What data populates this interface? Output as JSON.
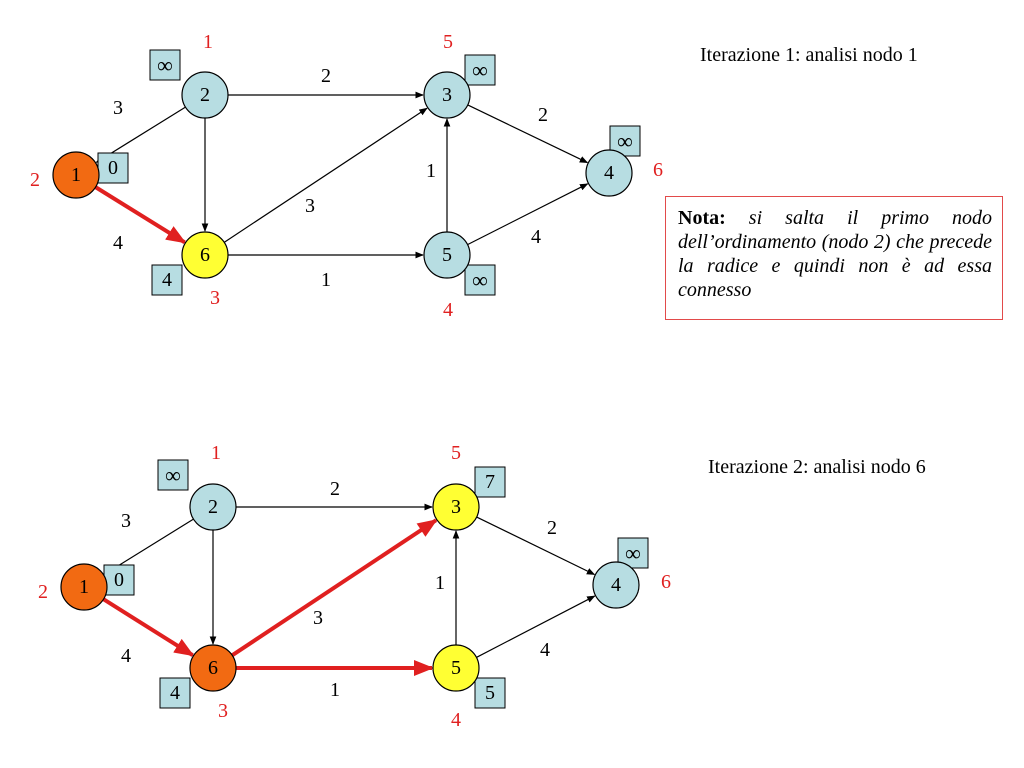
{
  "colors": {
    "node_default": "#b7dde2",
    "node_visited": "#f26a12",
    "node_active": "#ffff33",
    "path_edge": "#e02020",
    "annotation_red": "#e02020",
    "label_box": "#b7dde2",
    "note_border": "#e24a4a"
  },
  "captions": {
    "iteration_1": "Iterazione 1: analisi nodo 1",
    "iteration_2": "Iterazione 2: analisi nodo 6"
  },
  "note": {
    "bold": "Nota:",
    "text": "si salta il primo nodo dell’ordinamento (nodo 2) che precede la radice e quindi non è ad essa connesso"
  },
  "graphs": [
    {
      "nodes": [
        {
          "id": "1",
          "state": "visited",
          "label": "0",
          "order": "2"
        },
        {
          "id": "2",
          "state": "default",
          "label": "∞",
          "order": "1"
        },
        {
          "id": "3",
          "state": "default",
          "label": "∞",
          "order": "5"
        },
        {
          "id": "4",
          "state": "default",
          "label": "∞",
          "order": "6"
        },
        {
          "id": "5",
          "state": "default",
          "label": "∞",
          "order": "4"
        },
        {
          "id": "6",
          "state": "active",
          "label": "4",
          "order": "3"
        }
      ],
      "edges": [
        {
          "from": "2",
          "to": "1",
          "weight": "3",
          "highlight": false
        },
        {
          "from": "2",
          "to": "3",
          "weight": "2",
          "highlight": false
        },
        {
          "from": "2",
          "to": "6",
          "weight": "",
          "highlight": false
        },
        {
          "from": "1",
          "to": "6",
          "weight": "4",
          "highlight": true
        },
        {
          "from": "6",
          "to": "3",
          "weight": "3",
          "highlight": false
        },
        {
          "from": "6",
          "to": "5",
          "weight": "1",
          "highlight": false
        },
        {
          "from": "5",
          "to": "3",
          "weight": "1",
          "highlight": false
        },
        {
          "from": "3",
          "to": "4",
          "weight": "2",
          "highlight": false
        },
        {
          "from": "5",
          "to": "4",
          "weight": "4",
          "highlight": false
        }
      ]
    },
    {
      "nodes": [
        {
          "id": "1",
          "state": "visited",
          "label": "0",
          "order": "2"
        },
        {
          "id": "2",
          "state": "default",
          "label": "∞",
          "order": "1"
        },
        {
          "id": "3",
          "state": "active",
          "label": "7",
          "order": "5"
        },
        {
          "id": "4",
          "state": "default",
          "label": "∞",
          "order": "6"
        },
        {
          "id": "5",
          "state": "active",
          "label": "5",
          "order": "4"
        },
        {
          "id": "6",
          "state": "visited",
          "label": "4",
          "order": "3"
        }
      ],
      "edges": [
        {
          "from": "2",
          "to": "1",
          "weight": "3",
          "highlight": false
        },
        {
          "from": "2",
          "to": "3",
          "weight": "2",
          "highlight": false
        },
        {
          "from": "2",
          "to": "6",
          "weight": "",
          "highlight": false
        },
        {
          "from": "1",
          "to": "6",
          "weight": "4",
          "highlight": true
        },
        {
          "from": "6",
          "to": "3",
          "weight": "3",
          "highlight": true
        },
        {
          "from": "6",
          "to": "5",
          "weight": "1",
          "highlight": true
        },
        {
          "from": "5",
          "to": "3",
          "weight": "1",
          "highlight": false
        },
        {
          "from": "3",
          "to": "4",
          "weight": "2",
          "highlight": false
        },
        {
          "from": "5",
          "to": "4",
          "weight": "4",
          "highlight": false
        }
      ]
    }
  ]
}
